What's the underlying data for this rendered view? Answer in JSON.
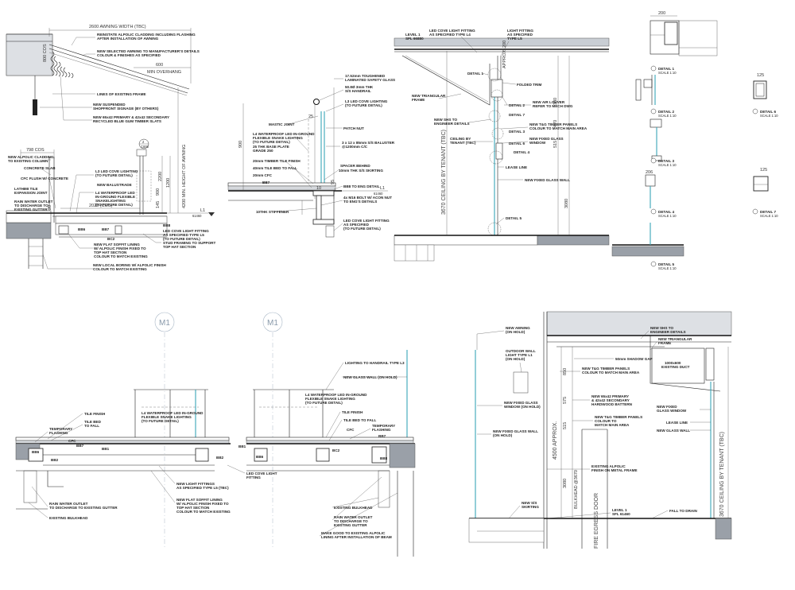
{
  "sheet": {
    "det_a": {
      "dim_awning_width": "2600  AWNING WIDTH  (TBC)",
      "dim_600": "600",
      "dim_min_overhang": "MIN  OVERHANG",
      "dim_800_cos": "800  COS",
      "dim_798_cos": "798  COS",
      "dim_2020_cos": "2020  (COS)",
      "dim_4200": "4200  MIN. HEIGHT  OF  AWNING",
      "dim_2200": "2200",
      "dim_1200": "1200",
      "dim_900": "900",
      "dim_145": "145",
      "dim_20": "20",
      "level_l1": "L1",
      "level_l1_rl": "61460",
      "bubble_2": "2",
      "bubble_2_sub": "C005",
      "labels": [
        "REINSTATE ALPOLIC CLADDING INCLUDING FLASHING",
        "AFTER INSTALLATION OF AWNING",
        "NEW SELECTED AWNING TO MANUFACTURER'S DETAILS",
        "COLOUR & FINISHES AS SPECIFIED",
        "LINES OF EXISTING FRAME",
        "NEW SUSPENDED",
        "SHOPFRONT SIGNAGE (BY OTHERS)",
        "NEW 65x42 PRIMARY & 42x42 SECONDARY",
        "RECYCLED BLUE GUM TIMBER SLATS",
        "NEW ALPOLIC CLADDING",
        "TO EXISTING COLUMN",
        "CONCRETE SLAB",
        "CFC FLUSH W/ CONCRETE",
        "LATHIMI TILE",
        "EXPANSION JOINT",
        "RAIN WATER OUTLET",
        "TO DISCHARGE TO",
        "EXISTING GUTTER",
        "L3 LED COVE LIGHTING",
        "(TO FUTURE DETAIL)",
        "NEW BALUSTRADE",
        "L4 WATERPROOF LED",
        "IN-GROUND FLEXIBLE",
        "SNAKELIGHTING",
        "(TO FUTURE DETAIL)",
        "BB6",
        "BB7",
        "BC2",
        "BB8",
        "LED COVE LIGHT FITTING",
        "AS SPECIFIED TYPE L5",
        "(TO FUTURE DETAIL)",
        "NEW FLAT SOFFIT LINING",
        "W/ ALPOLIC FINISH FIXED TO",
        "TOP HAT SECTION",
        "COLOUR TO MATCH EXISTING",
        "STUD FRAMING TO SUPPORT",
        "TOP HAT SECTION",
        "NEW LOCAL BORING W/ ALPOLIC FINISH",
        "COLOUR TO MATCH EXISTING"
      ]
    },
    "det_b": {
      "labels": [
        "17.52mm TOUGHENED",
        "LAMINATED SAFETY GLASS",
        "50.8Ø 3mm THK",
        "S/S HANDRAIL",
        "L3 LED COVE LIGHTING",
        "(TO FUTURE DETAIL)",
        "MASTIC JOINT",
        "L4 WATERPROOF LED IN-GROUND",
        "FLEXIBLE SNAKE LIGHTING",
        "(TO FUTURE DETAIL)",
        "PATCH NUT",
        "25 THK BASE PLATE",
        "GRADE 250",
        "3 x 12 x 85mm S/S BALUSTER",
        "@1200mm C/C",
        "20mm TIMBER TILE FINISH",
        "SPACER BEHIND",
        "40mm TILE BED TO FALL",
        "10mm THK S/S SKIRTING",
        "20mm CFC",
        "BB7",
        "BB8 TO ENG DETAIL",
        "4x M16 BOLT W/ ACON NUT",
        "TO ENG'S DETAILS",
        "10THK STIFFENER",
        "LED COVE LIGHT FITTING",
        "AS SPECIFIED",
        "(TO FUTURE DETAIL)"
      ],
      "dim_900": "900",
      "dim_25": "25",
      "dim_10": "10",
      "dim_95": "95",
      "level_l1": "L1",
      "level_l1_rl": "61460"
    },
    "det_c": {
      "level_label": "LEVEL 1",
      "level_rl": "SFL 66880",
      "dim_approx": "APPROX. 200",
      "dim_380": "380",
      "dim_470": "470",
      "dim_515": "515",
      "dim_3080": "3080",
      "dim_3670": "3670  CEILING BY TENANT (TBC)",
      "labels": [
        "LED COVE LIGHT FITTING",
        "AS SPECIFIED TYPE L4",
        "LIGHT FITTING",
        "AS SPECIFIED",
        "TYPE L5",
        "DETAIL 1",
        "FOLDED TRIM",
        "NEW TRIANGULAR",
        "FRAME",
        "DETAIL 2",
        "NEW AIR LOUVER",
        "REFER TO MECH DWG",
        "DETAIL 7",
        "NEW SHS TO",
        "ENGINEER DETAILS",
        "DETAIL 3",
        "NEW T&G TIMBER PANELS",
        "COLOUR TO MATCH MAIN AREA",
        "CEILING BY",
        "TENANT (TBC)",
        "DETAIL 6",
        "NEW FIXED GLASS",
        "WINDOW",
        "DETAIL 4",
        "LEASE LINE",
        "NEW FIXED GLASS WALL",
        "DETAIL 5"
      ]
    },
    "det_d": {
      "dim_200": "200",
      "dim_125": "125",
      "dim_206": "206",
      "detail_titles": [
        "DETAIL 1",
        "DETAIL 2",
        "DETAIL 3",
        "DETAIL 4",
        "DETAIL 5",
        "DETAIL 6",
        "DETAIL 7"
      ],
      "scale_text": "SCALE 1:10"
    },
    "det_e": {
      "grid_1": "M1",
      "grid_2": "M1",
      "labels": [
        "TILE FINISH",
        "TILE BED",
        "TO FALL",
        "TEMPORARY",
        "FLASHING",
        "CFC",
        "BB7",
        "BB6",
        "BB1",
        "BB2",
        "L4 WATERPROOF LED IN-GROUND",
        "FLEXIBLE SNAKE LIGHTING",
        "(TO FUTURE DETAIL)",
        "BB2",
        "BB1",
        "NEW LIGHT FITTINGS",
        "AS SPECIFIED TYPE L5 (TBC)",
        "LED COVE LIGHT",
        "FITTING",
        "RAIN WATER OUTLET",
        "TO DISCHARGE TO EXISTING GUTTER",
        "NEW FLAT SOFFIT LINING",
        "W/ ALPOLIC FINISH FIXED TO",
        "TOP HAT SECTION",
        "COLOUR TO MATCH EXISTING",
        "EXISTING BULKHEAD"
      ]
    },
    "det_f": {
      "labels": [
        "LIGHTING TO HANDRAIL TYPE L3",
        "NEW GLASS WALL (ON HOLD)",
        "L4 WATERPROOF LED IN-GROUND",
        "FLEXIBLE SNAKE LIGHTING",
        "(TO FUTURE DETAIL)",
        "TILE FINISH",
        "TILE BED TO FALL",
        "TEMPORARY",
        "FLASHING",
        "CFC",
        "BB7",
        "BC2",
        "BB6",
        "BB8",
        "EXISTING BULKHEAD",
        "RAIN WATER OUTLET",
        "TO DISCHARGE TO",
        "EXISTING GUTTER",
        "MAKE GOOD TO EXISTING ALPOLIC",
        "LINING AFTER INSTALLATION OF BEAM"
      ]
    },
    "det_g": {
      "labels": [
        "NEW AWNING",
        "(ON HOLD)",
        "OUTDOOR WALL",
        "LIGHT TYPE L1",
        "(ON HOLD)",
        "NEW FIXED GLASS",
        "WINDOW (ON HOLD)",
        "NEW FIXED GLASS WALL",
        "(ON HOLD)",
        "NEW SHS TO",
        "ENGINEER DETAILS",
        "NEW TRIANGULAR",
        "FRAME",
        "50mm SHADOW GAP",
        "1000x600",
        "EXISTING DUCT",
        "NEW T&G TIMBER PANELS",
        "COLOUR TO MATCH MAIN AREA",
        "NEW 65x42 PRIMARY",
        "& 42x42 SECONDARY",
        "HARDWOOD BATTERN",
        "NEW FIXED",
        "GLASS WINDOW",
        "NEW T&G TIMBER PANELS",
        "COLOUR TO",
        "MATCH MAIN AREA",
        "LEASE LINE",
        "NEW GLASS WALL",
        "EXISTING ALPOLIC",
        "FINISH ON METAL FRAME",
        "NEW S/S",
        "SKIRTING",
        "LEVEL 1",
        "SFL 61460",
        "FALL TO DRAIN"
      ],
      "dim_850": "850",
      "dim_575": "575",
      "dim_515": "515",
      "dim_4500": "4500  APPROX.",
      "dim_3080": "3080",
      "dim_bulkhead": "BULKHEAD @3670",
      "dim_ceiling": "3670  CEILING BY TENANT  (TBC)",
      "fire_door": "FIRE EGRESS DOOR"
    }
  }
}
